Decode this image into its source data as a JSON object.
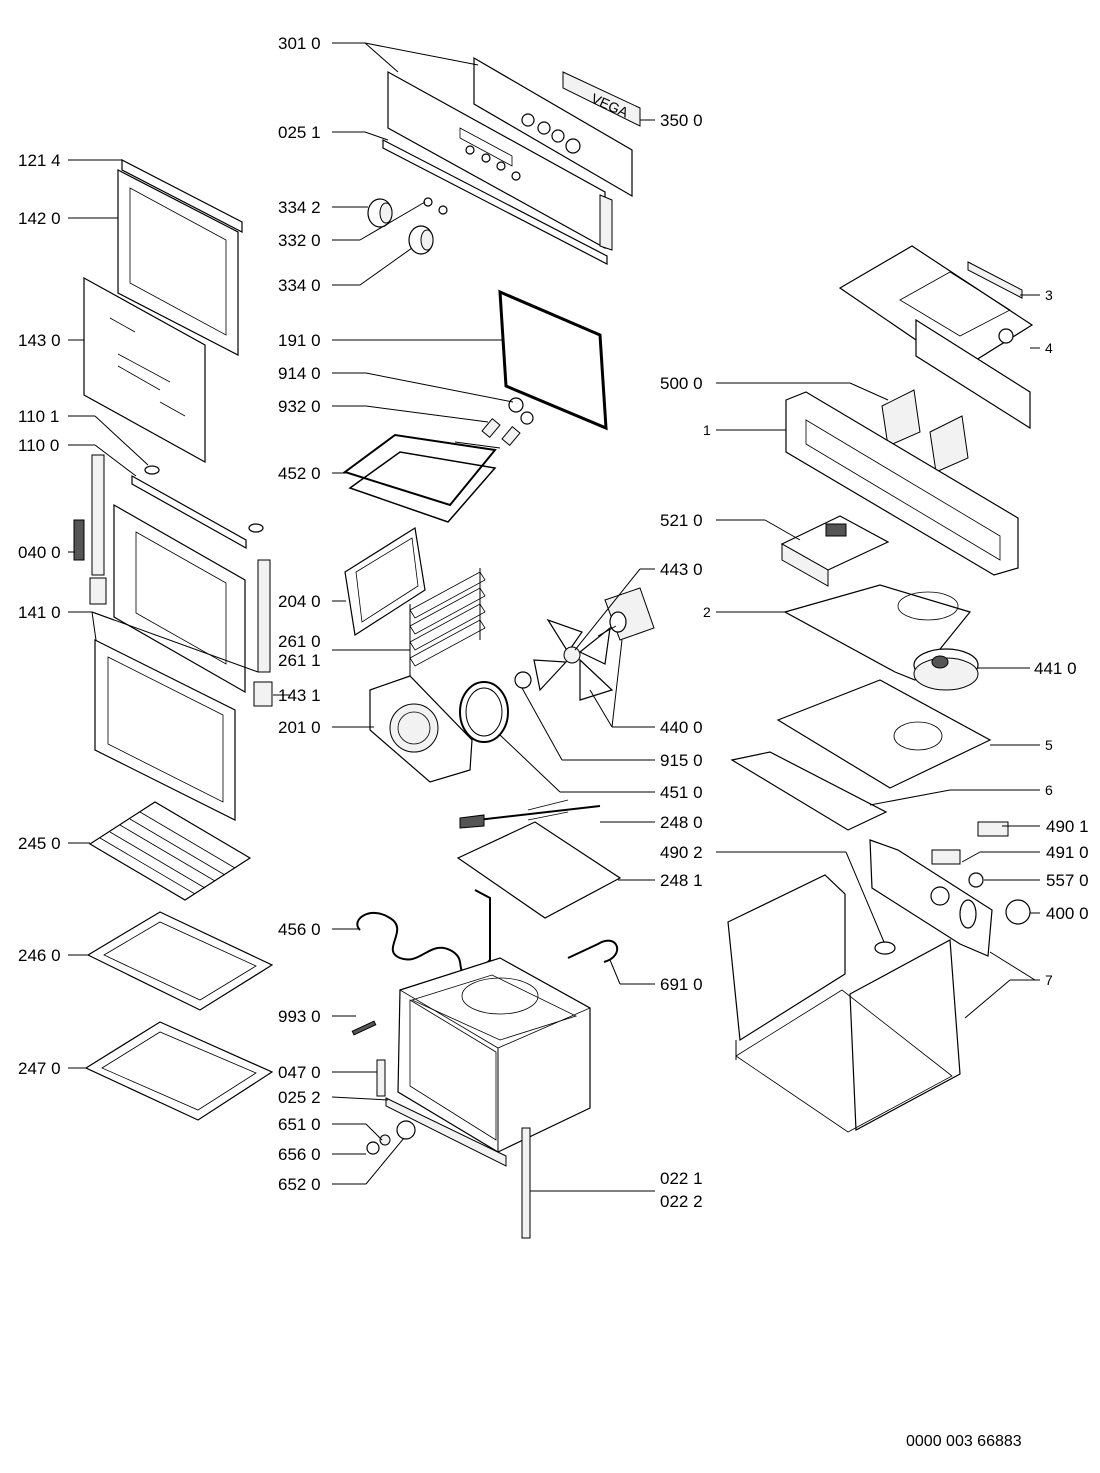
{
  "labels": {
    "l3010": "301 0",
    "l0251": "025 1",
    "l1214": "121 4",
    "l1420": "142 0",
    "l3342": "334 2",
    "l3320": "332 0",
    "l3340": "334 0",
    "l1430": "143 0",
    "l1910": "191 0",
    "l9140": "914 0",
    "l9320": "932 0",
    "l1101": "110 1",
    "l1100": "110 0",
    "l4520": "452 0",
    "l0400": "040 0",
    "l2040": "204 0",
    "l1410": "141 0",
    "l2610": "261 0",
    "l2611": "261 1",
    "l1431": "143 1",
    "l2010": "201 0",
    "l2450": "245 0",
    "l2460": "246 0",
    "l2470": "247 0",
    "l4560": "456 0",
    "l9930": "993 0",
    "l0470": "047 0",
    "l0252": "025 2",
    "l6510": "651 0",
    "l6560": "656 0",
    "l6520": "652 0",
    "l3500": "350 0",
    "l5000": "500 0",
    "l5210": "521 0",
    "l4430": "443 0",
    "l4410": "441 0",
    "l4400": "440 0",
    "l9150": "915 0",
    "l4510": "451 0",
    "l2480": "248 0",
    "l2481": "248 1",
    "l4902": "490 2",
    "l6910": "691 0",
    "l0221": "022 1",
    "l0222": "022 2",
    "l4901": "490 1",
    "l4910": "491 0",
    "l5570": "557 0",
    "l4000": "400 0",
    "n3": "3",
    "n4": "4",
    "n1": "1",
    "n2": "2",
    "n5": "5",
    "n6": "6",
    "n7": "7"
  },
  "brand_text": "VEGA",
  "doc_number": "0000 003 66883"
}
